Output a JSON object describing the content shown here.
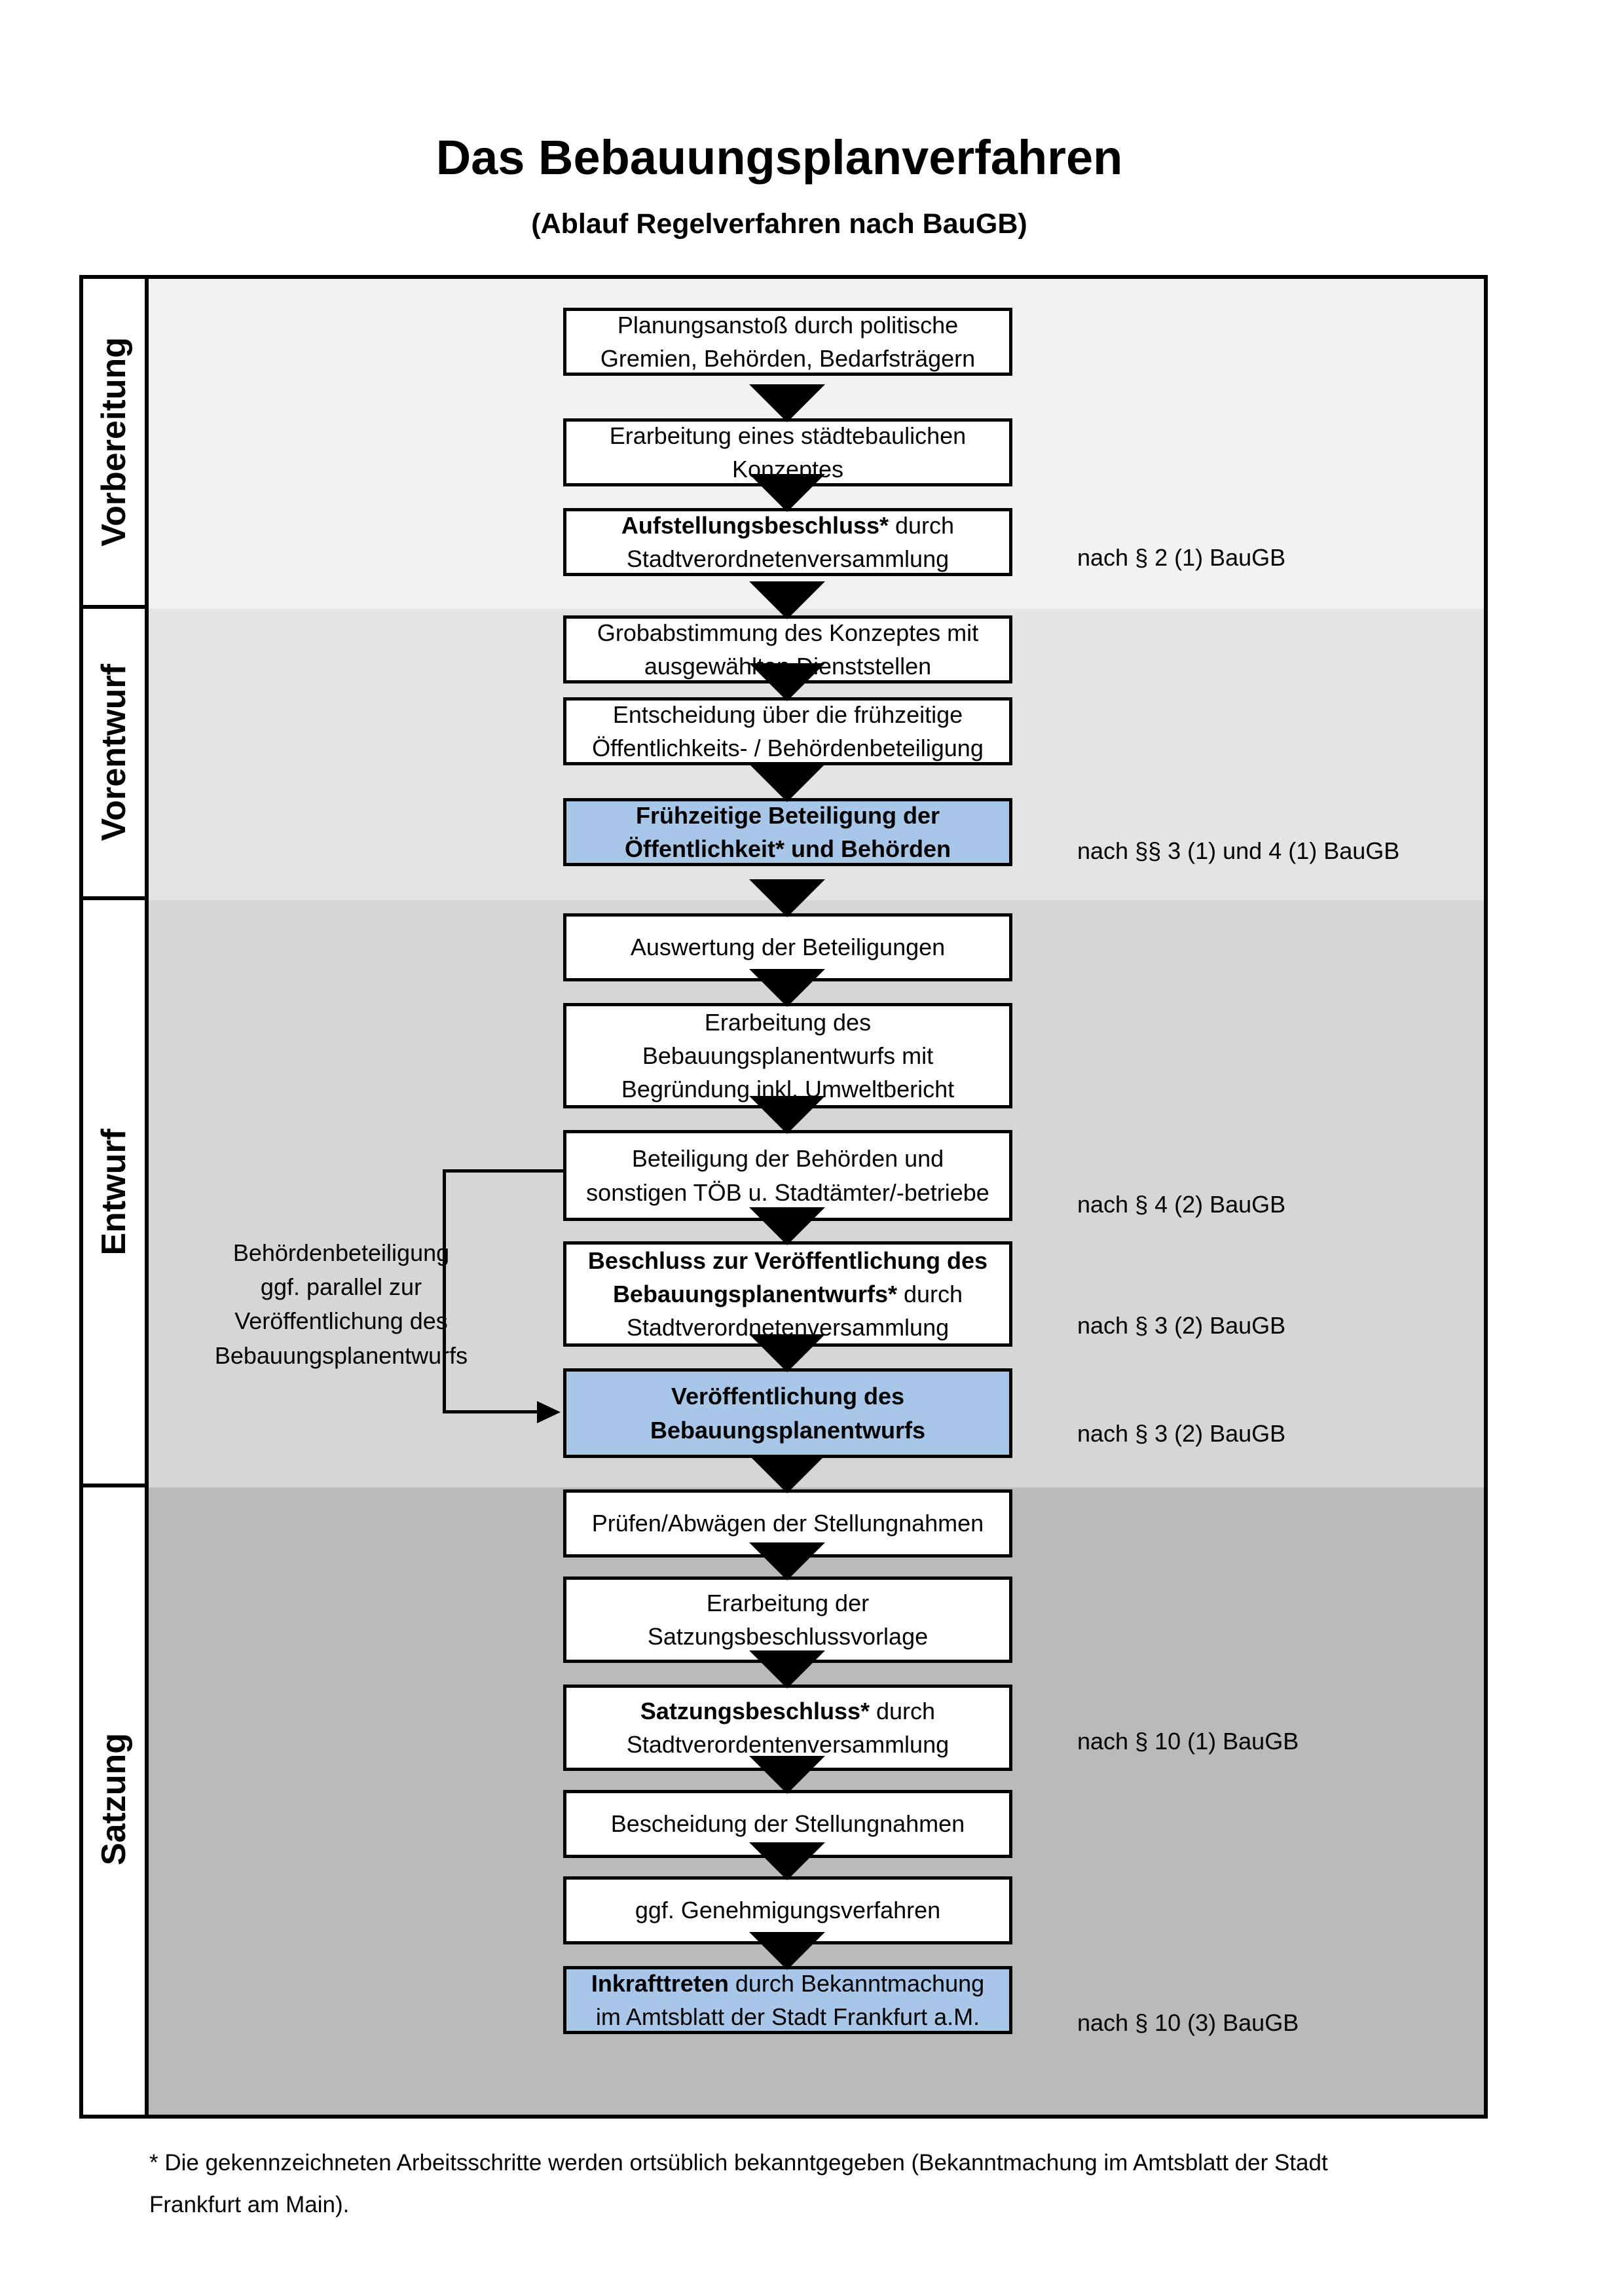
{
  "title": "Das Bebauungsplanverfahren",
  "subtitle": "(Ablauf Regelverfahren nach BauGB)",
  "phases": [
    {
      "label": "Vorbereitung"
    },
    {
      "label": "Vorentwurf"
    },
    {
      "label": "Entwurf"
    },
    {
      "label": "Satzung"
    }
  ],
  "boxes": [
    {
      "bold": "",
      "rest": "Planungsanstoß durch politische\nGremien, Behörden, Bedarfsträgern"
    },
    {
      "bold": "",
      "rest": "Erarbeitung eines städtebaulichen\nKonzeptes"
    },
    {
      "bold": "Aufstellungsbeschluss*",
      "rest": " durch\nStadtverordnetenversammlung"
    },
    {
      "bold": "",
      "rest": "Grobabstimmung des Konzeptes mit\nausgewählten Dienststellen"
    },
    {
      "bold": "",
      "rest": "Entscheidung über die frühzeitige\nÖffentlichkeits- / Behördenbeteiligung"
    },
    {
      "bold": "Frühzeitige Beteiligung der\nÖffentlichkeit* und Behörden",
      "rest": ""
    },
    {
      "bold": "",
      "rest": "Auswertung der Beteiligungen"
    },
    {
      "bold": "",
      "rest": "Erarbeitung des\nBebauungsplanentwurfs mit\nBegründung inkl. Umweltbericht"
    },
    {
      "bold": "",
      "rest": "Beteiligung der Behörden und\nsonstigen TÖB u. Stadtämter/-betriebe"
    },
    {
      "bold": "Beschluss zur Veröffentlichung des\nBebauungsplanentwurfs*",
      "rest": " durch\nStadtverordnetenversammlung"
    },
    {
      "bold": "Veröffentlichung des\nBebauungsplanentwurfs",
      "rest": ""
    },
    {
      "bold": "",
      "rest": "Prüfen/Abwägen der Stellungnahmen"
    },
    {
      "bold": "",
      "rest": "Erarbeitung der\nSatzungsbeschlussvorlage"
    },
    {
      "bold": "Satzungsbeschluss*",
      "rest": " durch\nStadtverordentenversammlung"
    },
    {
      "bold": "",
      "rest": "Bescheidung der Stellungnahmen"
    },
    {
      "bold": "",
      "rest": "ggf. Genehmigungsverfahren"
    },
    {
      "bold": "Inkrafttreten",
      "rest": " durch Bekanntmachung\nim Amtsblatt der Stadt Frankfurt a.M."
    }
  ],
  "law_refs": [
    "nach § 2 (1) BauGB",
    "nach §§ 3 (1) und 4 (1) BauGB",
    "nach § 4 (2) BauGB",
    "nach § 3 (2) BauGB",
    "nach § 3 (2) BauGB",
    "nach § 10 (1) BauGB",
    "nach § 10 (3) BauGB"
  ],
  "side_note": "Behördenbeteiligung\nggf. parallel zur\nVeröffentlichung des\nBebauungsplanentwurfs",
  "footnote": "* Die gekennzeichneten Arbeitsschritte werden ortsüblich bekanntgegeben (Bekanntmachung im Amtsblatt  der Stadt\nFrankfurt am Main).",
  "colors": {
    "highlight": "#a8c6e8",
    "band_vorbereitung": "#f2f2f2",
    "band_vorentwurf": "#e4e4e4",
    "band_entwurf": "#d6d6d6",
    "band_satzung": "#bababa"
  }
}
